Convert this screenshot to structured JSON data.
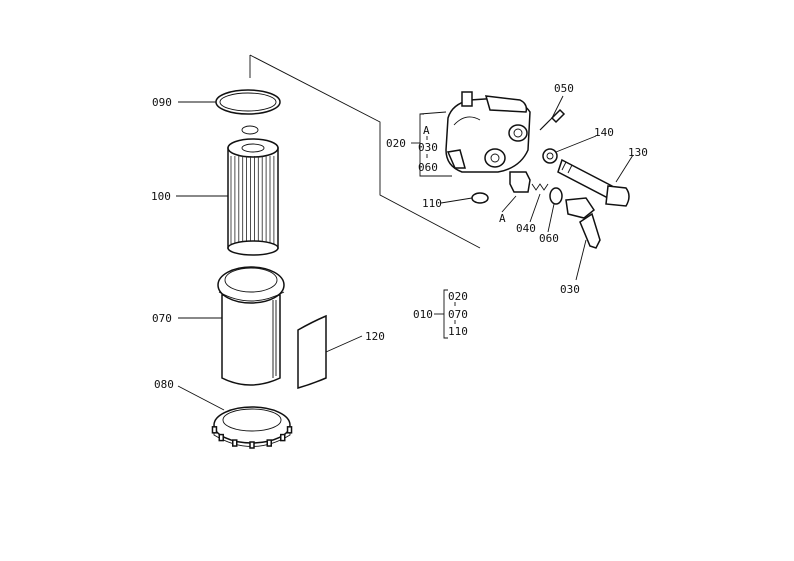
{
  "parts": {
    "p010": "010",
    "p020": "020",
    "p030": "030",
    "p040": "040",
    "p050": "050",
    "p060": "060",
    "p070": "070",
    "p080": "080",
    "p090": "090",
    "p100": "100",
    "p110": "110",
    "p120": "120",
    "p130": "130",
    "p140": "140"
  },
  "group_020": [
    "A",
    "030",
    "060"
  ],
  "group_010": [
    "020",
    "070",
    "110"
  ],
  "ref_letter": "A"
}
